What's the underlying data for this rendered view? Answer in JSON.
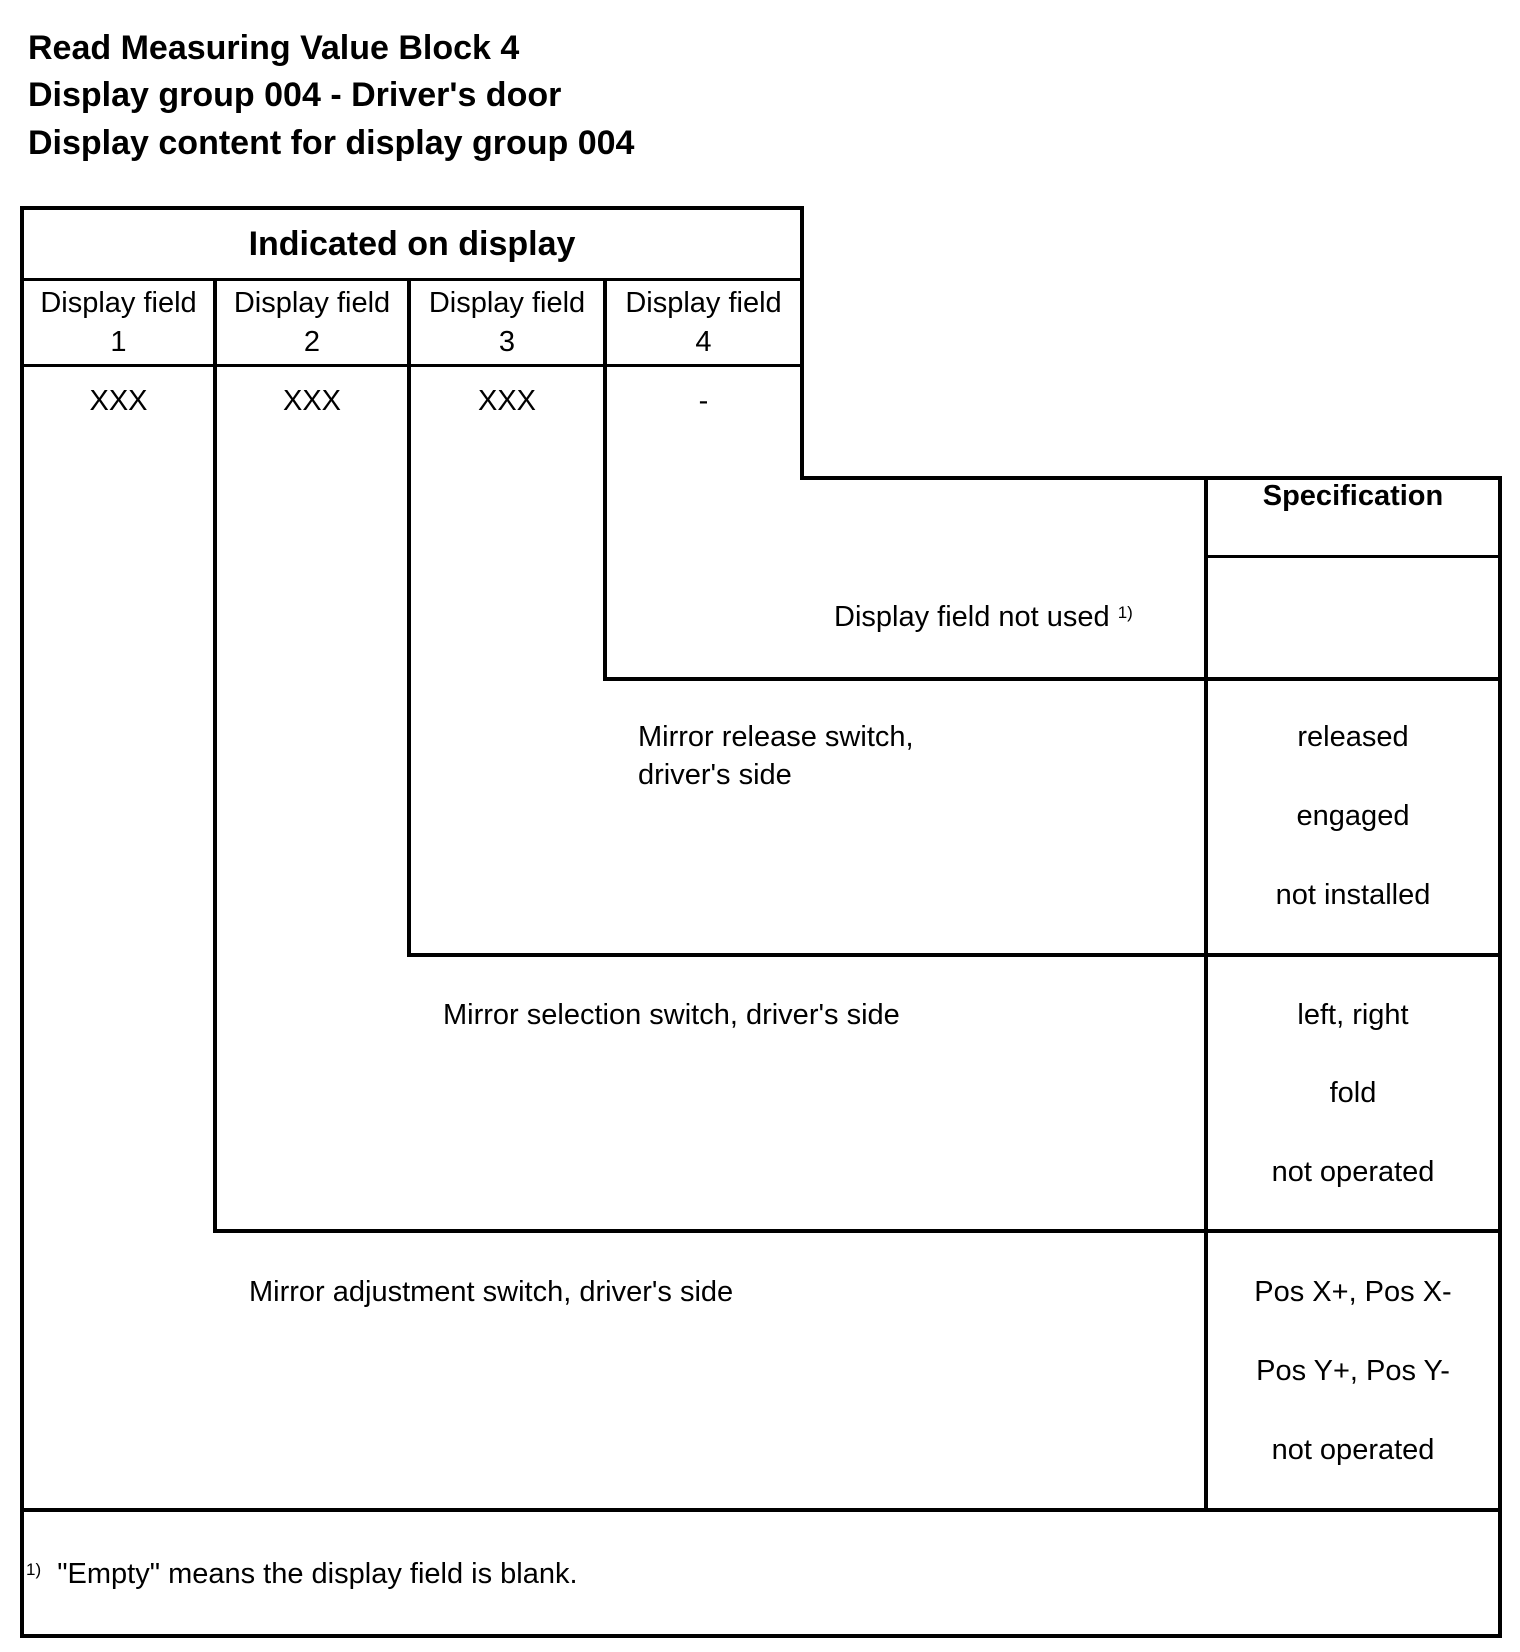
{
  "heading": {
    "line1": "Read Measuring Value Block 4",
    "line2": "Display group 004 - Driver's door",
    "line3": "Display content for display group 004"
  },
  "table": {
    "header": "Indicated on display",
    "fields": [
      {
        "label": "Display field",
        "number": "1",
        "value": "XXX"
      },
      {
        "label": "Display field",
        "number": "2",
        "value": "XXX"
      },
      {
        "label": "Display field",
        "number": "3",
        "value": "XXX"
      },
      {
        "label": "Display field",
        "number": "4",
        "value": "-"
      }
    ],
    "spec_header": "Specification",
    "rows": [
      {
        "description": "Display field not used",
        "note_ref": "1)",
        "specs": []
      },
      {
        "description_lines": [
          "Mirror release switch,",
          "driver's side"
        ],
        "specs": [
          "released",
          "engaged",
          "not installed"
        ]
      },
      {
        "description": "Mirror selection switch, driver's side",
        "specs": [
          "left, right",
          "fold",
          "not operated"
        ]
      },
      {
        "description": "Mirror adjustment switch, driver's side",
        "specs": [
          "Pos X+, Pos X-",
          "Pos Y+, Pos Y-",
          "not operated"
        ]
      }
    ],
    "footnote": {
      "marker": "1)",
      "text": "\"Empty\" means the display field is blank."
    }
  }
}
